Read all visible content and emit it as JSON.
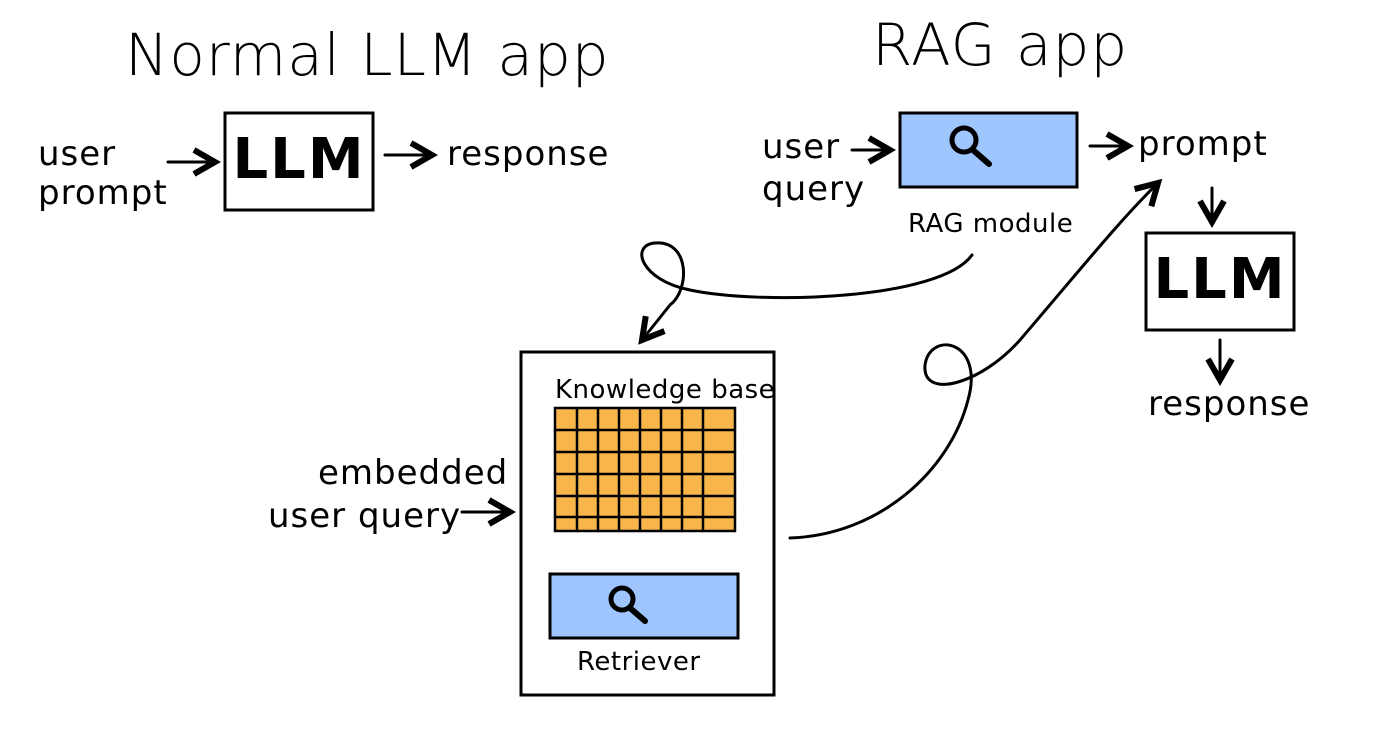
{
  "normal": {
    "title": "Normal LLM app",
    "input_line1": "user",
    "input_line2": "prompt",
    "llm_label": "LLM",
    "output": "response"
  },
  "rag": {
    "title": "RAG app",
    "input_line1": "user",
    "input_line2": "query",
    "module_label": "RAG module",
    "prompt": "prompt",
    "llm_label": "LLM",
    "output": "response",
    "embedded_line1": "embedded",
    "embedded_line2": "user query",
    "kb_label": "Knowledge base",
    "retriever_label": "Retriever"
  },
  "colors": {
    "search_box": "#9ec5fe",
    "knowledge_base": "#f7b54a"
  },
  "icons": [
    "search-icon",
    "arrow-icon"
  ]
}
